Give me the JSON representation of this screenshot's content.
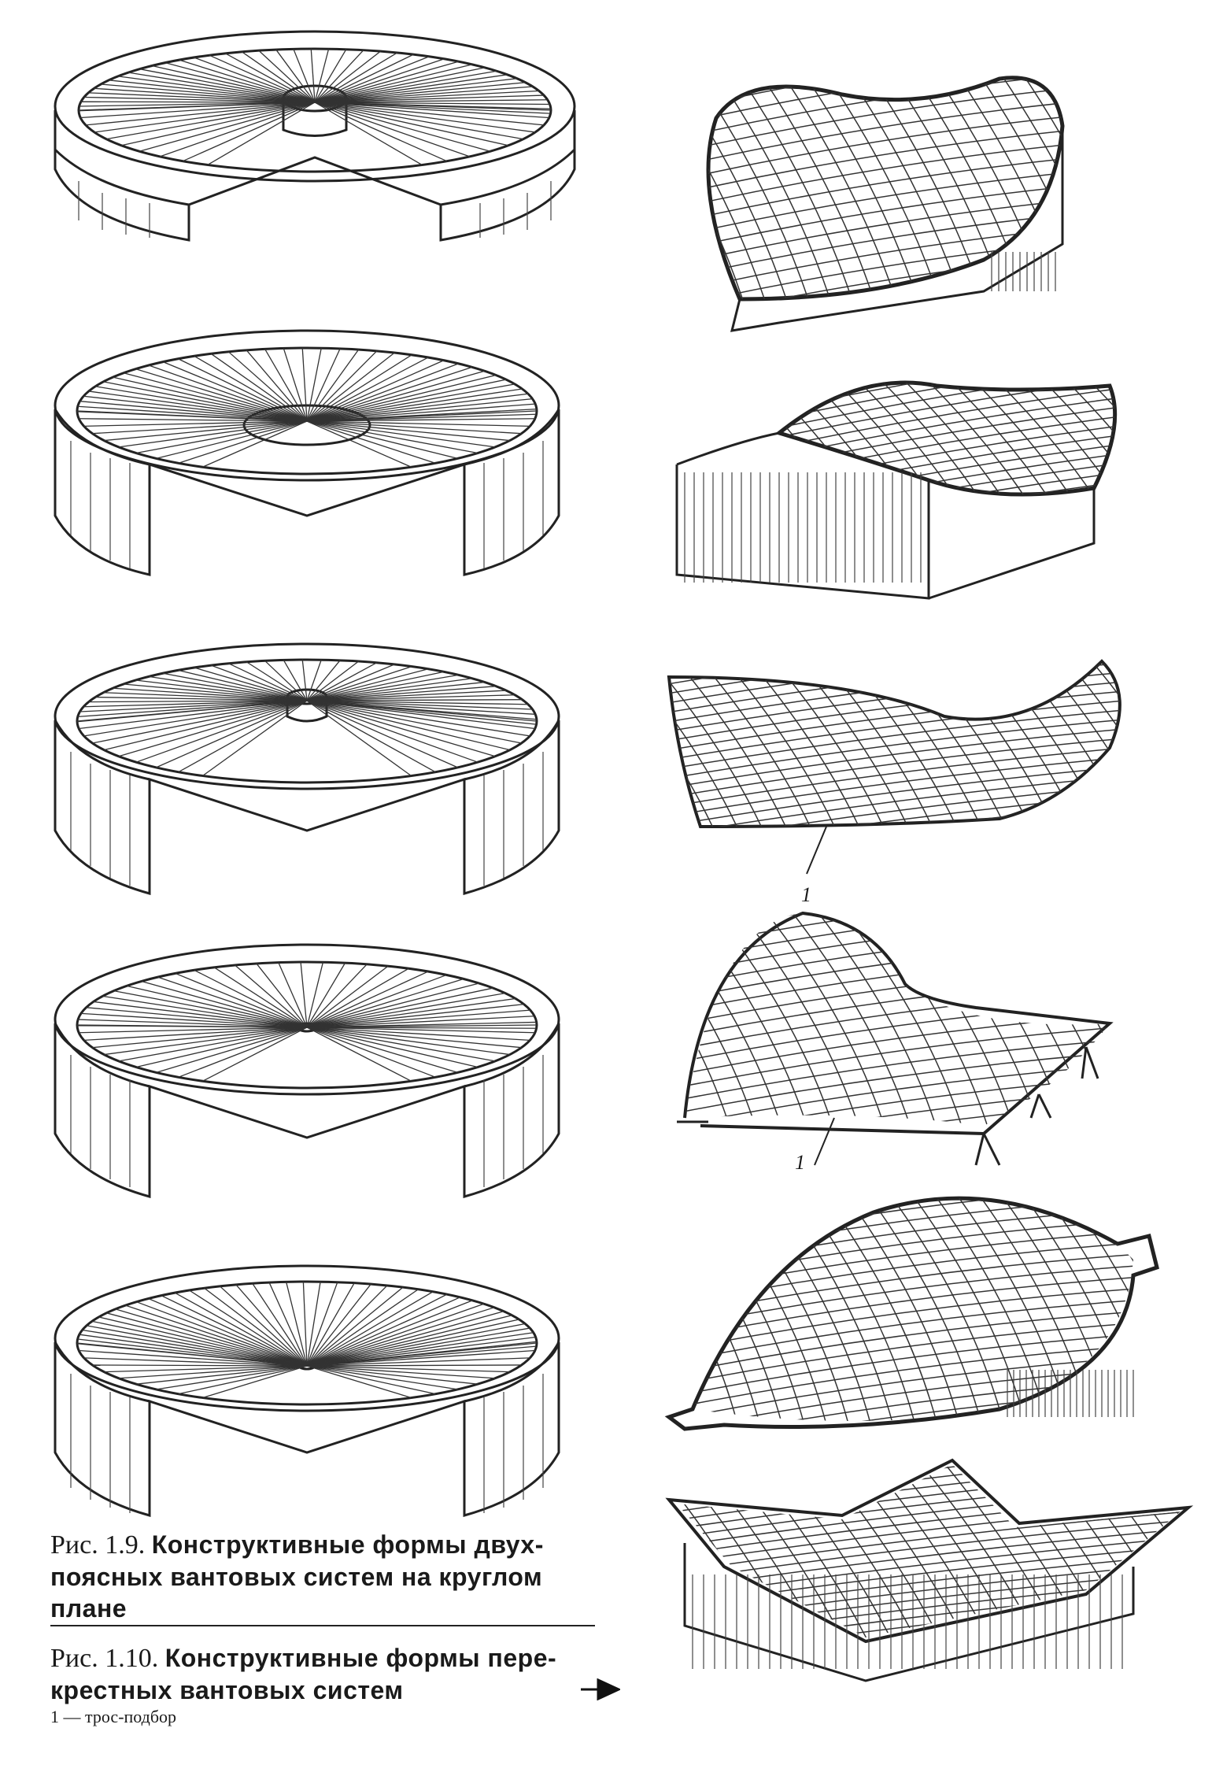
{
  "figure_1_9": {
    "label": "Рис. 1.9.",
    "title_line1": "Конструктивные формы двух-",
    "title_line2": "поясных вантовых систем на круглом",
    "title_line3": "плане"
  },
  "figure_1_10": {
    "label": "Рис. 1.10.",
    "title_line1": "Конструктивные формы пере-",
    "title_line2": "крестных вантовых систем",
    "legend": "1 — трос-подбор",
    "marker_a": "1",
    "marker_b": "1"
  },
  "icons": {
    "continuation_arrow": "arrow-right-icon"
  }
}
